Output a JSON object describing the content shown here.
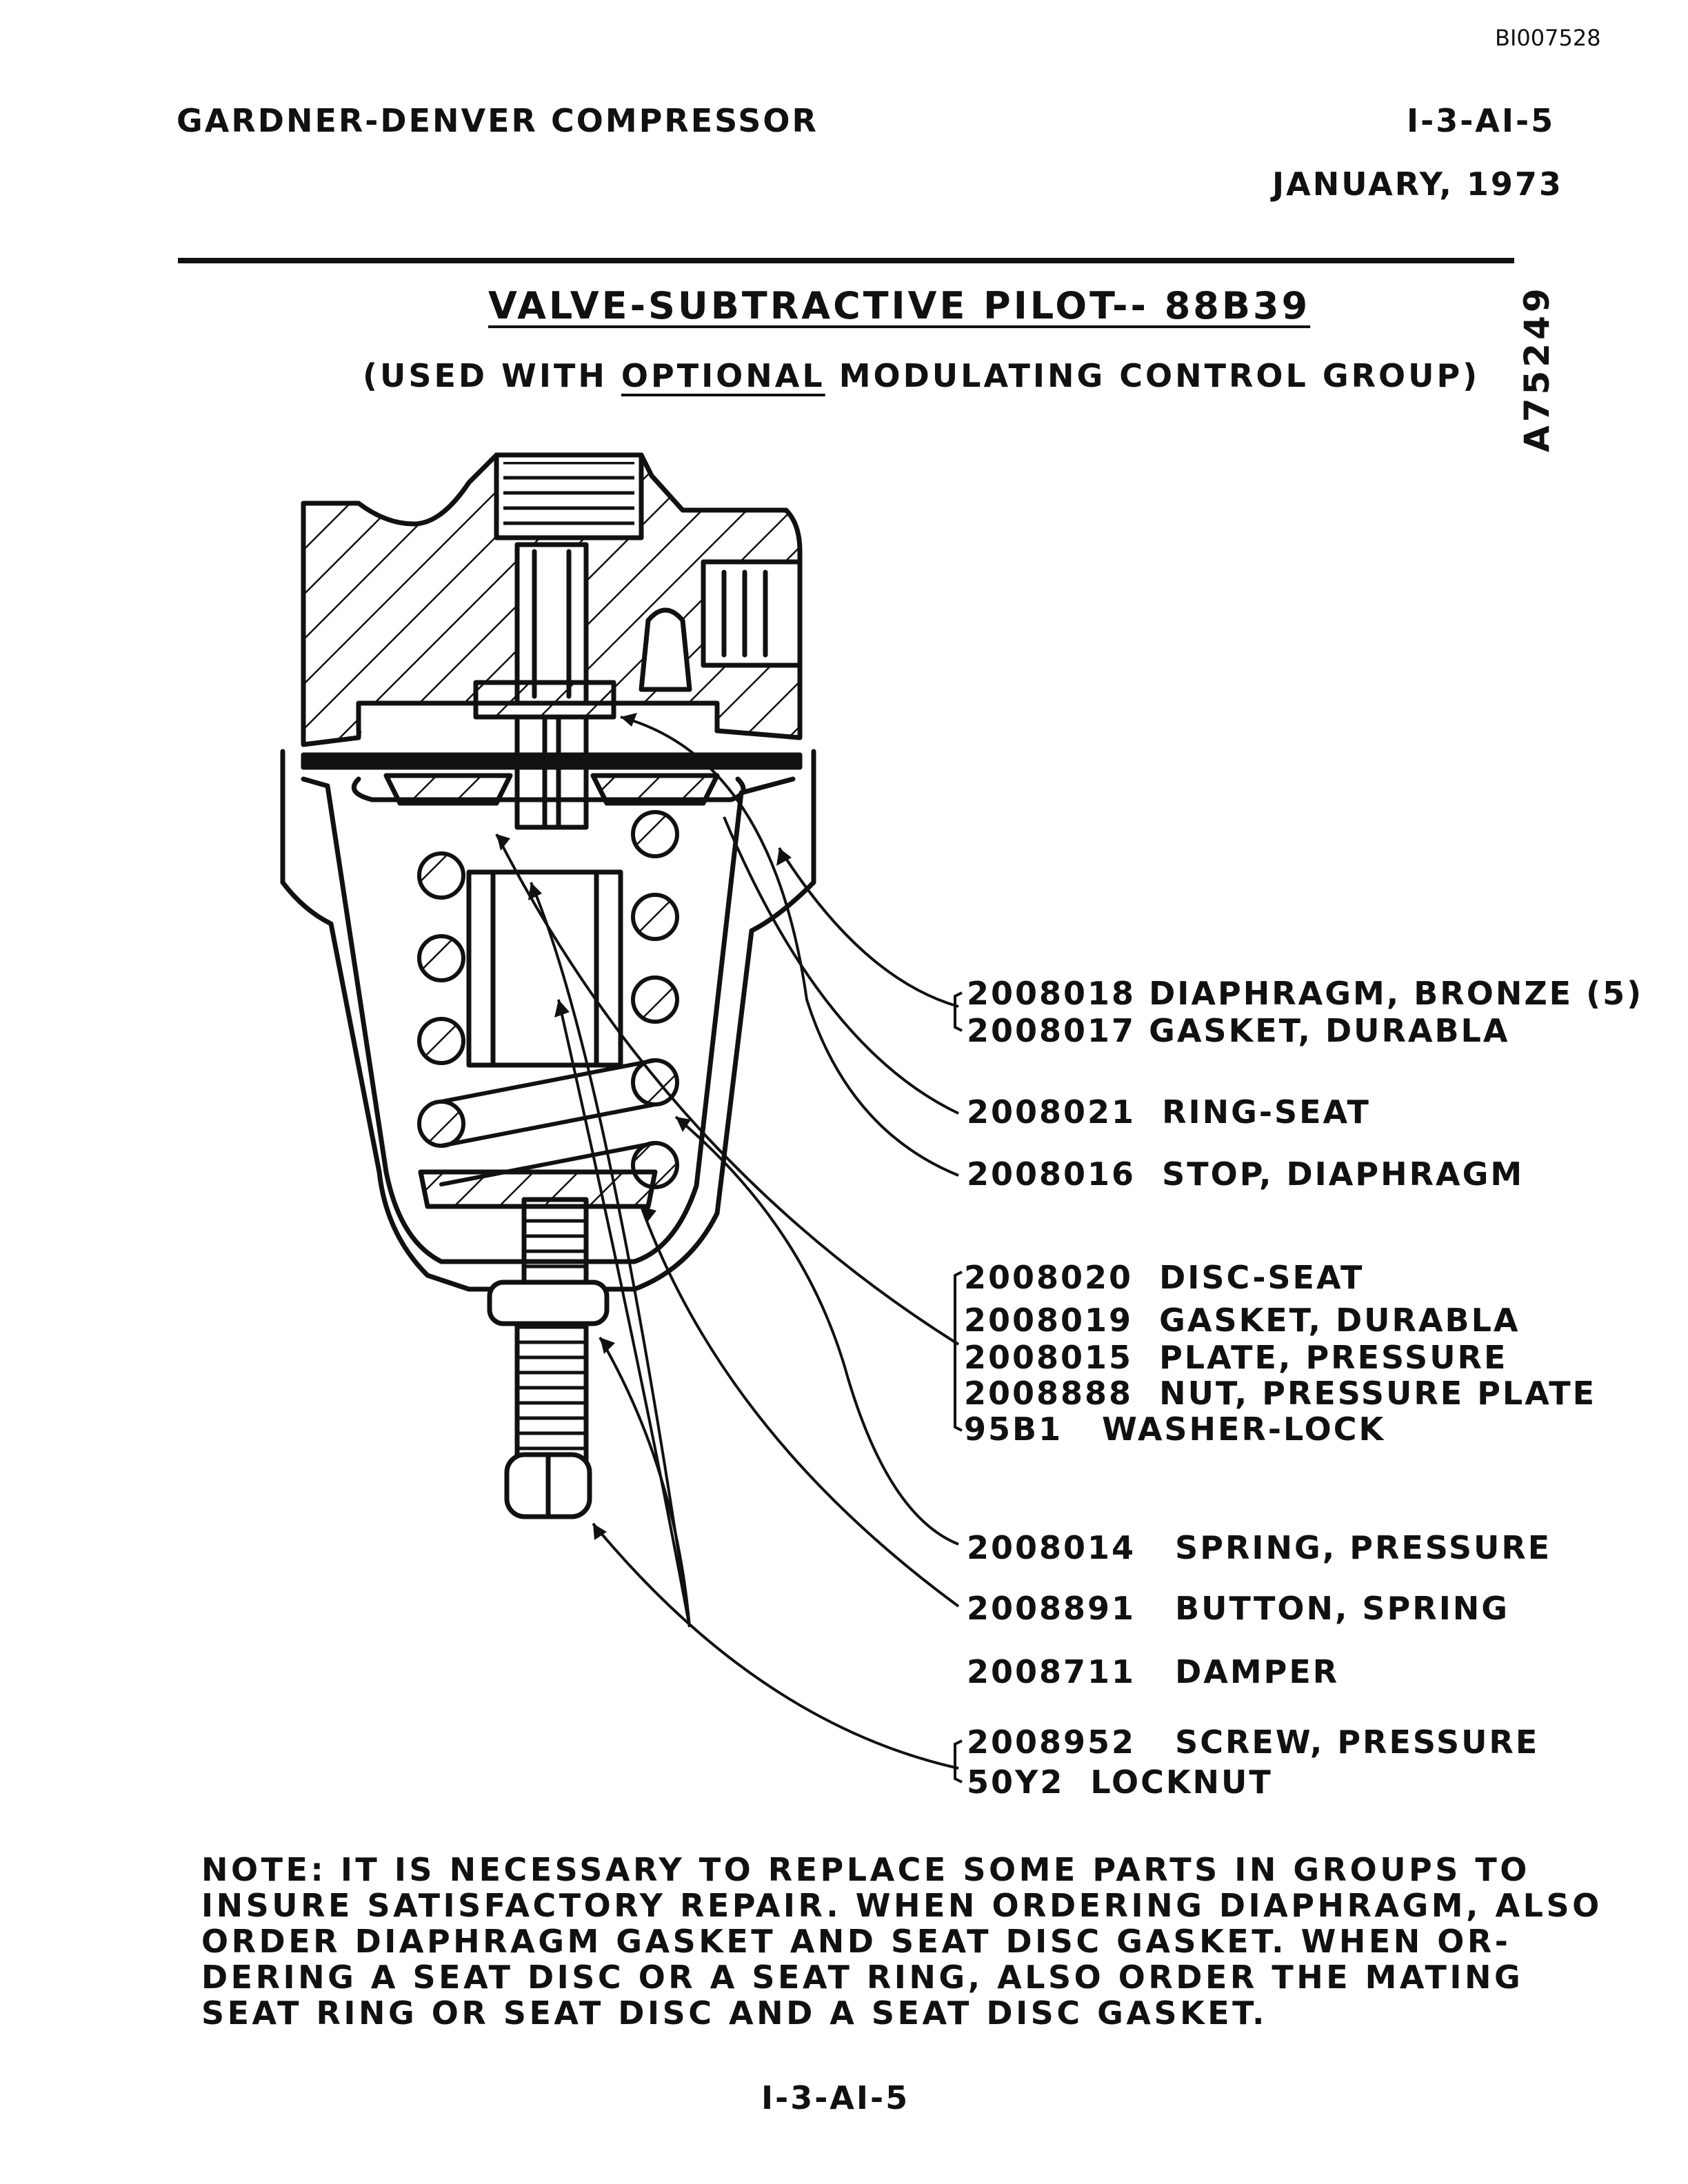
{
  "document_id": "BI007528",
  "header": {
    "company": "GARDNER-DENVER COMPRESSOR",
    "section": "I-3-AI-5",
    "date": "JANUARY, 1973"
  },
  "title": "VALVE-SUBTRACTIVE PILOT-- 88B39",
  "subtitle": {
    "before": "(USED WITH",
    "underlined": "OPTIONAL",
    "after": "MODULATING CONTROL GROUP)"
  },
  "drawing_number": "A75249",
  "parts": [
    {
      "number": "2008018",
      "description": "DIAPHRAGM, BRONZE (5)"
    },
    {
      "number": "2008017",
      "description": "GASKET, DURABLA"
    },
    {
      "number": "2008021",
      "description": "RING-SEAT"
    },
    {
      "number": "2008016",
      "description": "STOP, DIAPHRAGM"
    },
    {
      "number": "2008020",
      "description": "DISC-SEAT"
    },
    {
      "number": "2008019",
      "description": "GASKET, DURABLA"
    },
    {
      "number": "2008015",
      "description": "PLATE, PRESSURE"
    },
    {
      "number": "2008888",
      "description": "NUT, PRESSURE PLATE"
    },
    {
      "number": "95B1",
      "description": "WASHER-LOCK"
    },
    {
      "number": "2008014",
      "description": "SPRING, PRESSURE"
    },
    {
      "number": "2008891",
      "description": "BUTTON, SPRING"
    },
    {
      "number": "2008711",
      "description": "DAMPER"
    },
    {
      "number": "2008952",
      "description": "SCREW, PRESSURE"
    },
    {
      "number": "50Y2",
      "description": "LOCKNUT"
    }
  ],
  "note": [
    "NOTE:  IT IS NECESSARY TO REPLACE SOME PARTS IN GROUPS  TO",
    "INSURE SATISFACTORY REPAIR. WHEN ORDERING DIAPHRAGM, ALSO",
    "ORDER DIAPHRAGM GASKET AND SEAT DISC GASKET.  WHEN  OR-",
    "DERING A SEAT DISC OR A SEAT RING,  ALSO ORDER THE MATING",
    "SEAT RING OR SEAT DISC AND A SEAT DISC GASKET."
  ],
  "footer": {
    "page": "I-3-AI-5"
  }
}
